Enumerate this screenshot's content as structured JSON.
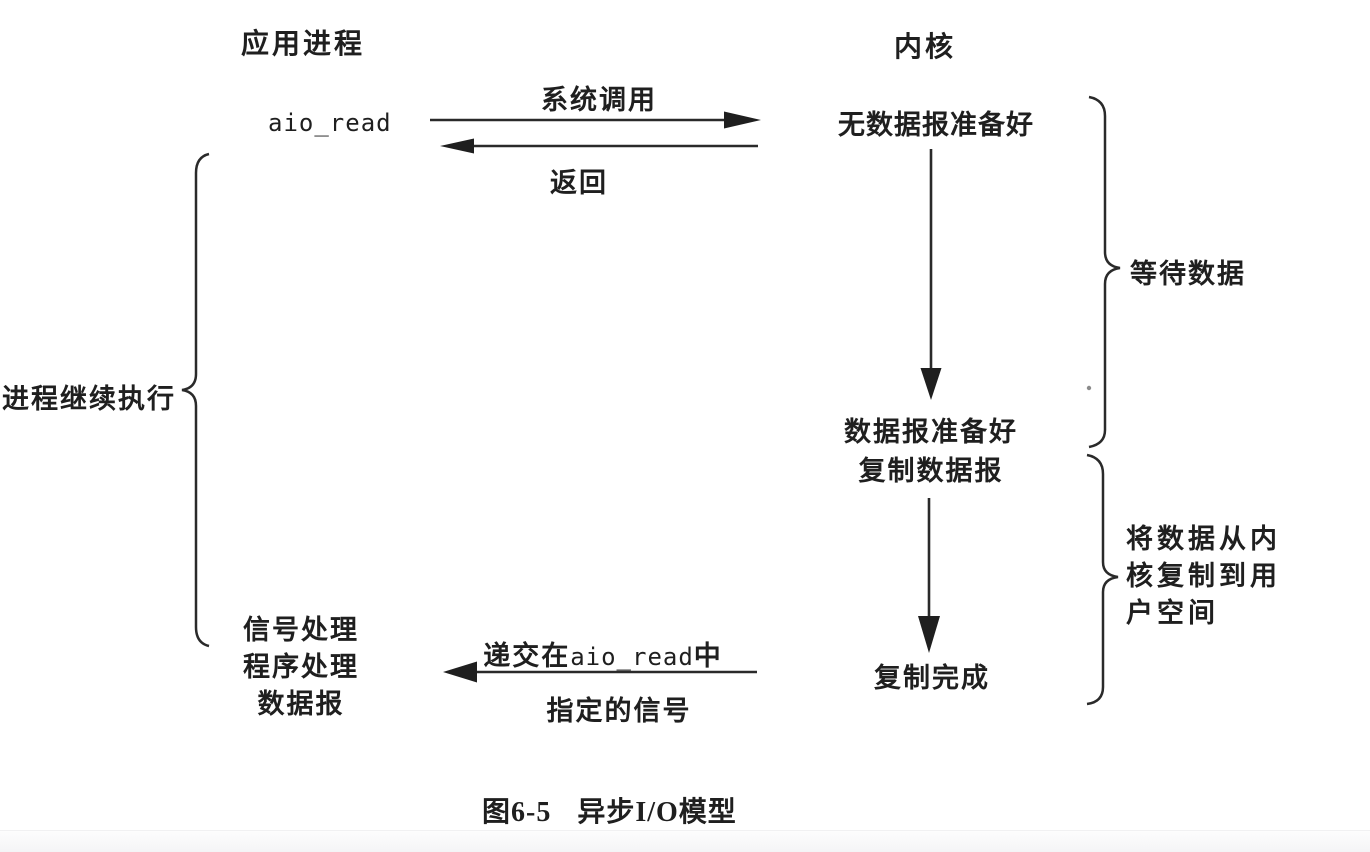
{
  "figure": {
    "caption_number": "图6-5",
    "caption_title": "异步I/O模型"
  },
  "headers": {
    "application": "应用进程",
    "kernel": "内核"
  },
  "left_column": {
    "aio_read": "aio_read",
    "process_continues": "进程继续执行",
    "signal_handler": {
      "line1": "信号处理",
      "line2": "程序处理",
      "line3": "数据报"
    }
  },
  "kernel_column": {
    "no_datagram_ready": "无数据报准备好",
    "datagram_ready": "数据报准备好",
    "copy_datagram": "复制数据报",
    "copy_complete": "复制完成"
  },
  "arrows": {
    "system_call": "系统调用",
    "return_label": "返回",
    "deliver_signal": {
      "prefix": "递交在",
      "code": "aio_read",
      "suffix": "中",
      "line2": "指定的信号"
    }
  },
  "braces": {
    "wait_for_data": "等待数据",
    "copy_data": {
      "line1": "将数据从内",
      "line2": "核复制到用",
      "line3": "户空间"
    }
  },
  "colors": {
    "ink": "#1f1f1f",
    "background": "#ffffff"
  }
}
